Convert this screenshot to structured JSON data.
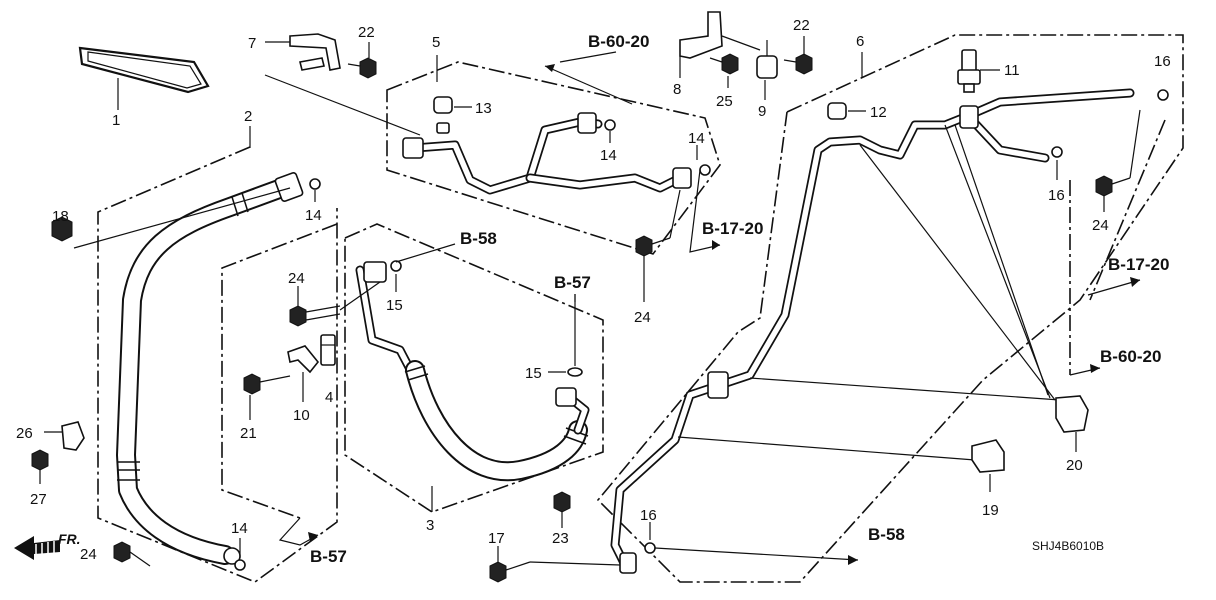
{
  "callouts": [
    "1",
    "2",
    "3",
    "4",
    "5",
    "6",
    "7",
    "8",
    "9",
    "10",
    "11",
    "12",
    "13",
    "14",
    "14",
    "14",
    "14",
    "15",
    "15",
    "16",
    "16",
    "16",
    "17",
    "18",
    "19",
    "20",
    "21",
    "22",
    "22",
    "23",
    "24",
    "24",
    "24",
    "24",
    "25",
    "26",
    "27"
  ],
  "refs": {
    "b6020_top": "B-60-20",
    "b1720_mid": "B-17-20",
    "b58_top": "B-58",
    "b57_mid": "B-57",
    "b57_bottom": "B-57",
    "b58_bottom": "B-58",
    "b1720_right": "B-17-20",
    "b6020_right": "B-60-20"
  },
  "front_label": "FR.",
  "diagram_code": "SHJ4B6010B"
}
